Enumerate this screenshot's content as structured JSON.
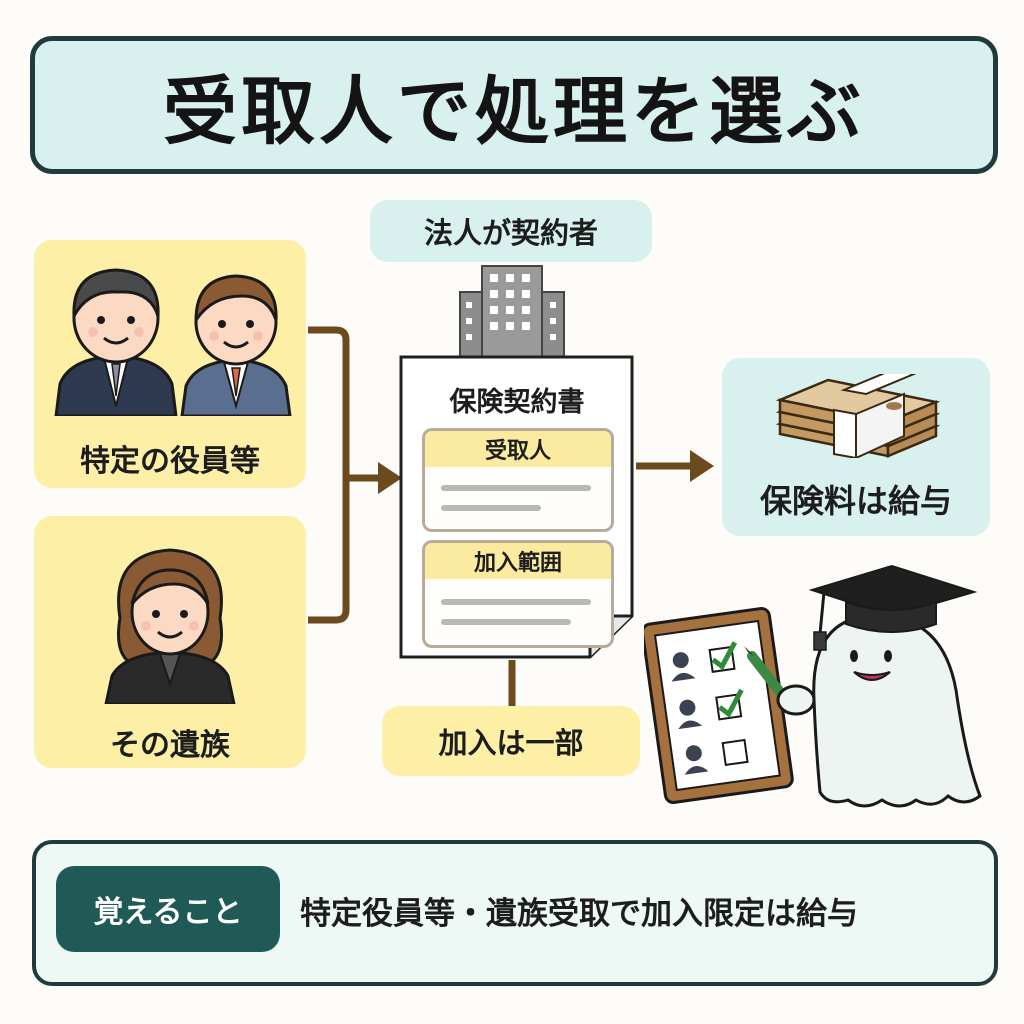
{
  "title": "受取人で処理を選ぶ",
  "roles": {
    "officers_label": "特定の役員等",
    "family_label": "その遺族"
  },
  "contractor_label": "法人が契約者",
  "document": {
    "title": "保険契約書",
    "sections": [
      "受取人",
      "加入範囲"
    ]
  },
  "partial_label": "加入は一部",
  "result_label": "保険料は給与",
  "memo": {
    "pill": "覚えること",
    "text": "特定役員等・遺族受取で加入限定は給与"
  },
  "colors": {
    "teal_panel": "#d8f1ee",
    "yellow_panel": "#fdf0a6",
    "arrow_brown": "#6b4a1e",
    "dark_teal": "#1f5a57"
  }
}
